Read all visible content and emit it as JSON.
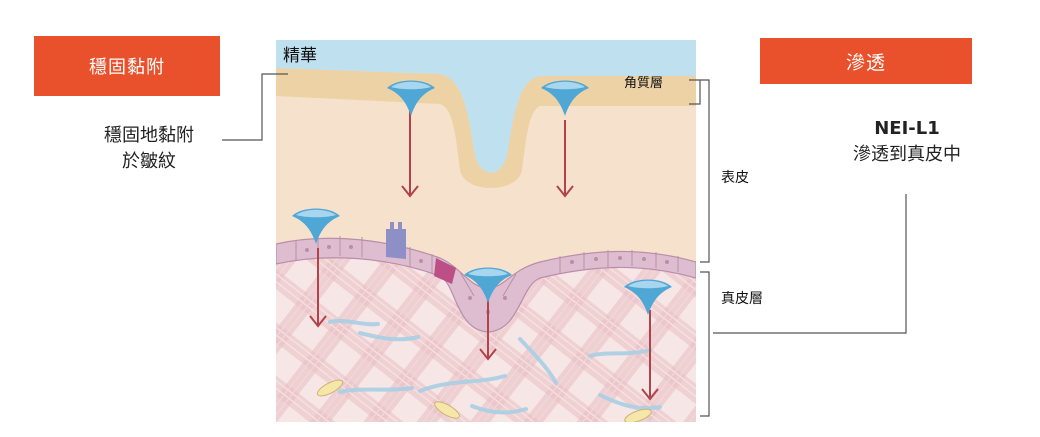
{
  "left_panel": {
    "tag": "穩固黏附",
    "caption_line1": "穩固地黏附",
    "caption_line2": "於皺紋"
  },
  "right_panel": {
    "tag": "滲透",
    "caption_line1": "NEI-L1",
    "caption_line2": "滲透到真皮中"
  },
  "diagram": {
    "serum_label": "精華",
    "stratum_corneum_label": "角質層",
    "epidermis_label": "表皮",
    "dermis_label": "真皮層"
  },
  "colors": {
    "tag": "#e9512d",
    "serum": "#bfe0ef",
    "stratum_corneum": "#ecd2a4",
    "epidermis": "#f6e2cc",
    "dermis": "#f5e0e0",
    "basal_layer": "#dab7cb",
    "arrow": "#b0444a",
    "molecule": "#4fa7d5"
  }
}
